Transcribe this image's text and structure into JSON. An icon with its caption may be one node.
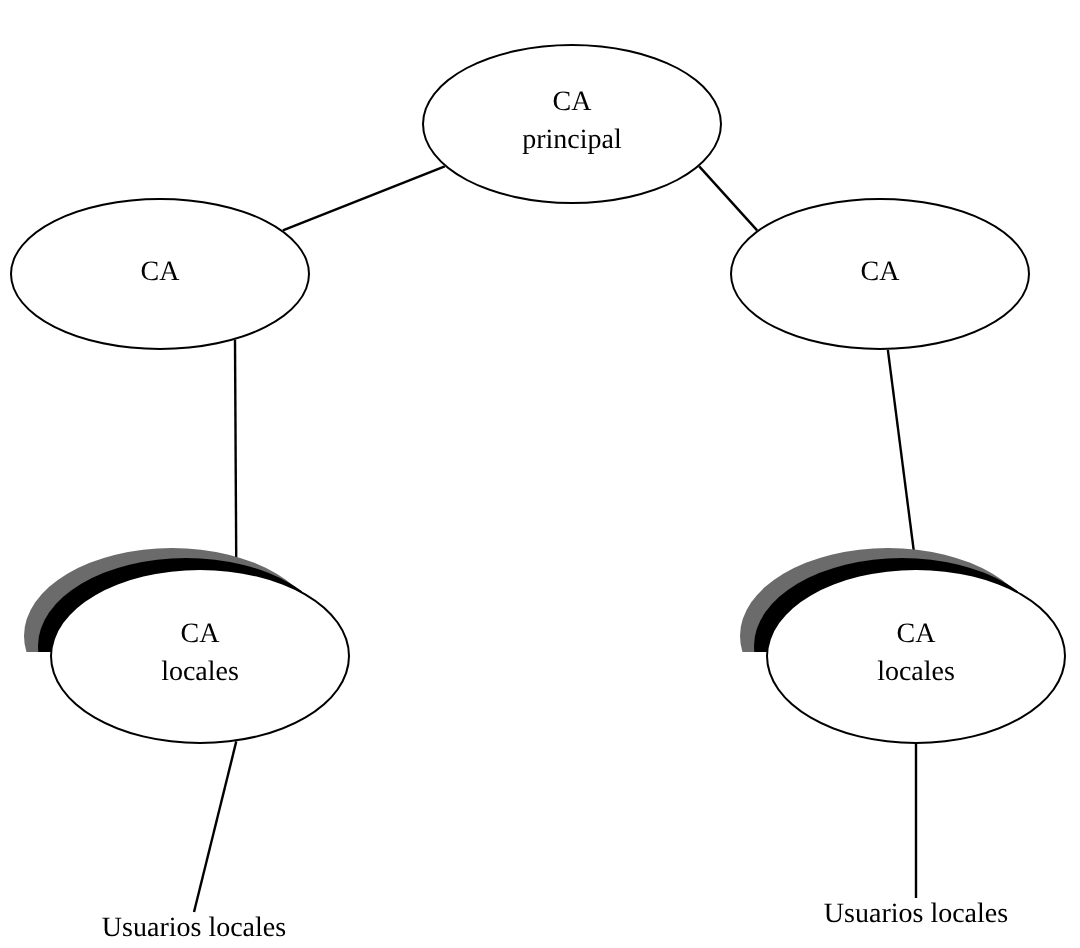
{
  "diagram": {
    "nodes": [
      {
        "text": [
          "CA principal"
        ]
      },
      {
        "text": [
          "CA"
        ]
      },
      {
        "text": [
          "CA"
        ]
      },
      {
        "text": [
          "CA locales"
        ]
      },
      {
        "text": [
          "CA locales"
        ]
      },
      {
        "text": [
          "Usuarios locales"
        ]
      },
      {
        "text": [
          "Usuarios locales"
        ]
      }
    ],
    "edges": [
      {
        "from": 0,
        "to": 1,
        "arrow": "none"
      },
      {
        "from": 0,
        "to": 2,
        "arrow": "none"
      },
      {
        "from": 1,
        "to": 3,
        "arrow": "none"
      },
      {
        "from": 2,
        "to": 4,
        "arrow": "none"
      },
      {
        "from": 3,
        "to": 5,
        "arrow": "none"
      },
      {
        "from": 4,
        "to": 6,
        "arrow": "none"
      }
    ]
  }
}
